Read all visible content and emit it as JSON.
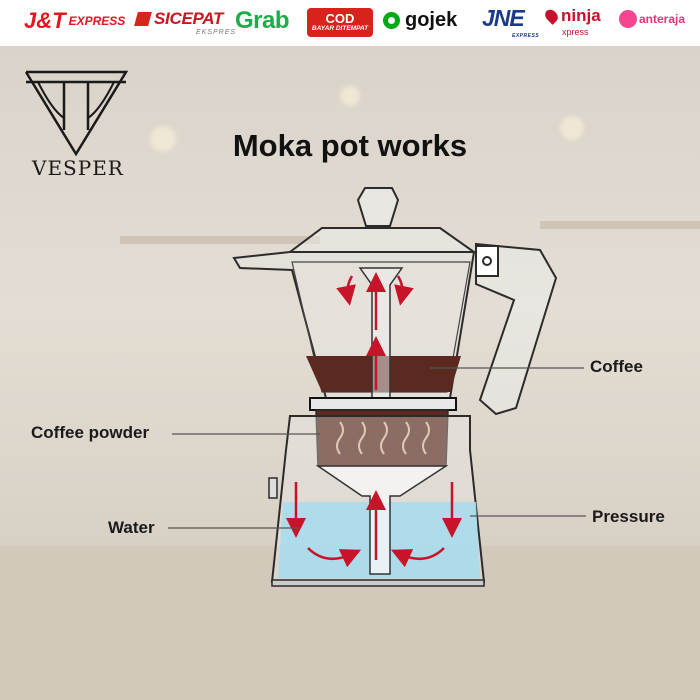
{
  "couriers": [
    {
      "name": "J&T",
      "sub": "EXPRESS"
    },
    {
      "name": "SICEPAT",
      "sub": "EKSPRES"
    },
    {
      "name": "Grab"
    },
    {
      "name": "COD",
      "sub": "BAYAR DITEMPAT"
    },
    {
      "name": "gojek"
    },
    {
      "name": "JNE",
      "sub": "EXPRESS"
    },
    {
      "name": "ninja",
      "sub": "xpress"
    },
    {
      "name": "anteraja"
    }
  ],
  "brand": {
    "name": "VESPER"
  },
  "diagram": {
    "title": "Moka pot works",
    "labels": {
      "coffee": "Coffee",
      "coffee_powder": "Coffee powder",
      "water": "Water",
      "pressure": "Pressure"
    }
  },
  "colors": {
    "coffee": "#5a2a20",
    "water": "#a9dcec",
    "arrow": "#c8142b",
    "outline": "#2b2b2b"
  }
}
